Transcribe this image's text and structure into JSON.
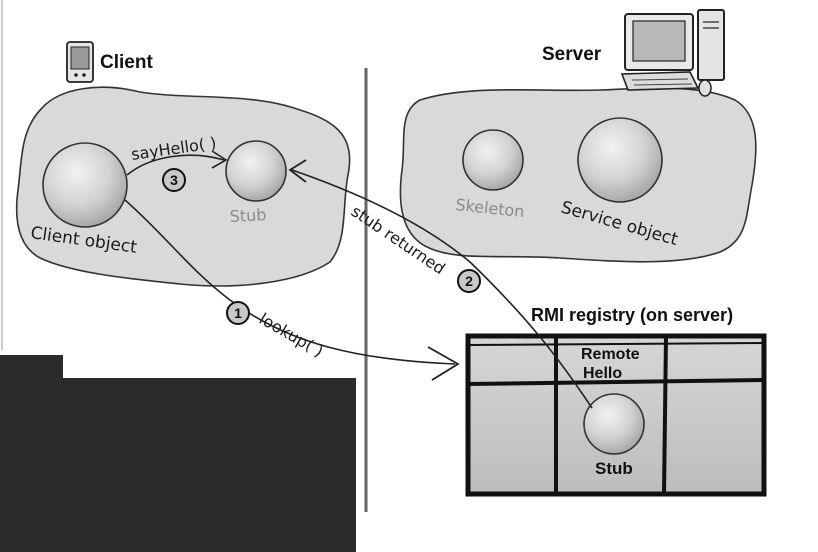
{
  "labels": {
    "client": "Client",
    "server": "Server",
    "client_object": "Client object",
    "stub_client": "Stub",
    "skeleton": "Skeleton",
    "service_object": "Service object",
    "say_hello": "sayHello( )",
    "stub_returned": "stub returned",
    "lookup": "lookup( )",
    "rmi_registry": "RMI registry (on server)",
    "remote": "Remote",
    "hello": "Hello",
    "stub_registry": "Stub"
  },
  "steps": {
    "one": "1",
    "two": "2",
    "three": "3"
  },
  "icons": {
    "client_device": "handheld-device-icon",
    "server_device": "desktop-computer-icon"
  },
  "colors": {
    "cloud_fill": "#d9d9d9",
    "sphere_fill": "#cfcfcf",
    "dark_block": "#2b2b2b",
    "registry_fill": "#c9c9c9"
  }
}
